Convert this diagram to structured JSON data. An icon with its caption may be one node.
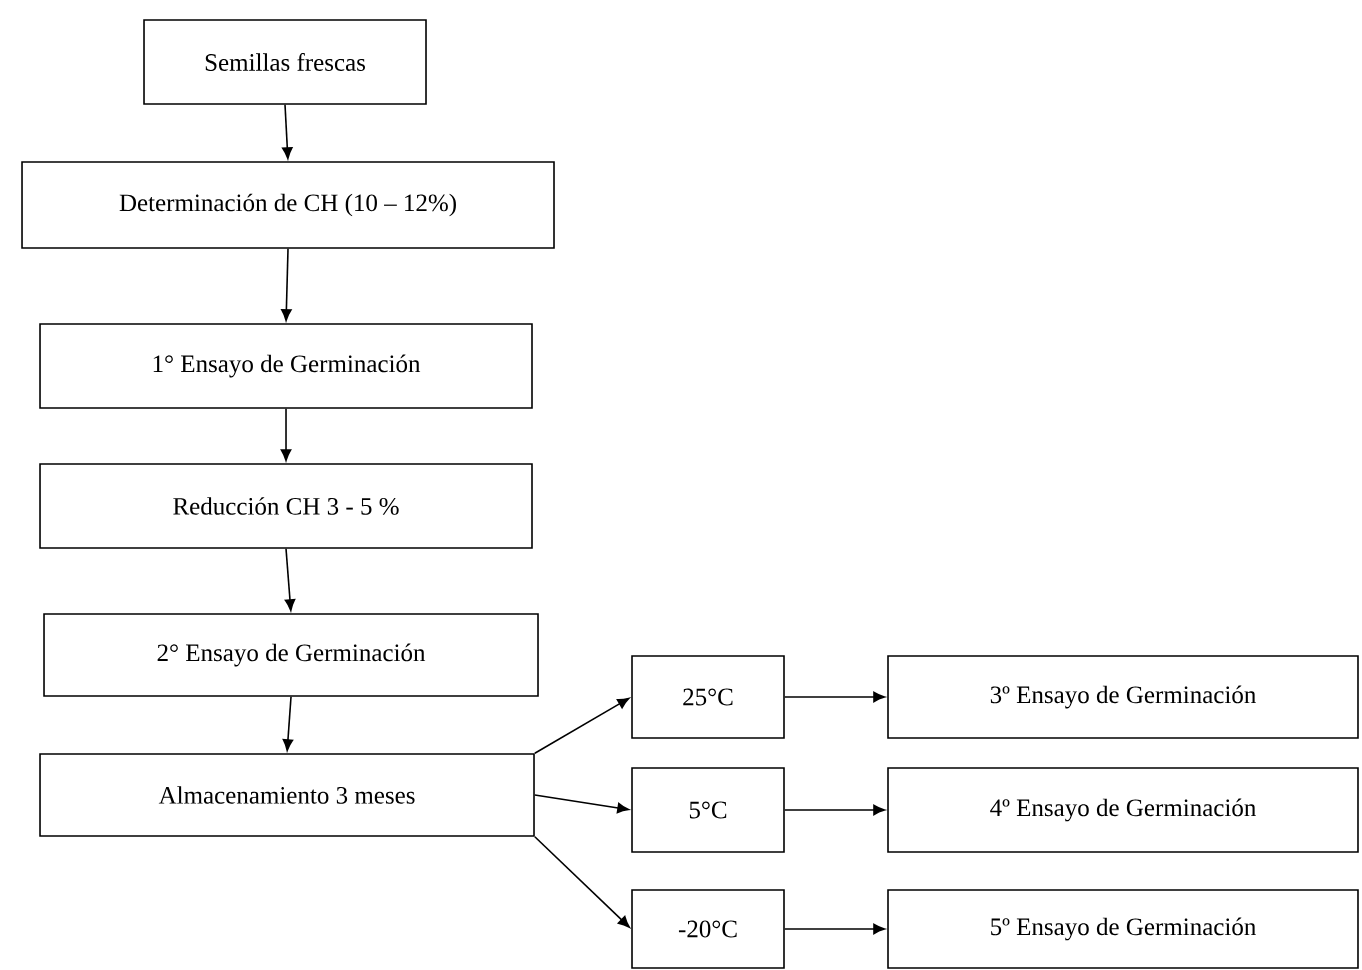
{
  "diagram": {
    "nodes": [
      {
        "text": [
          "Semillas frescas"
        ]
      },
      {
        "text": [
          "Determinación de  CH (10 – 12%)"
        ]
      },
      {
        "text": [
          "1° Ensayo de Germinación"
        ]
      },
      {
        "text": [
          "Reducción CH 3 - 5 %"
        ]
      },
      {
        "text": [
          "2° Ensayo de Germinación"
        ]
      },
      {
        "text": [
          "Almacenamiento 3 meses"
        ]
      },
      {
        "text": [
          "25°C"
        ]
      },
      {
        "text": [
          "5°C"
        ]
      },
      {
        "text": [
          "-20°C"
        ]
      },
      {
        "text": [
          "3º Ensayo de Germinación"
        ]
      },
      {
        "text": [
          "4º Ensayo de Germinación"
        ]
      },
      {
        "text": [
          "5º Ensayo de Germinación"
        ]
      }
    ],
    "edges": [
      {
        "from": 0,
        "to": 1,
        "arrow": "to"
      },
      {
        "from": 1,
        "to": 2,
        "arrow": "to"
      },
      {
        "from": 2,
        "to": 3,
        "arrow": "to"
      },
      {
        "from": 3,
        "to": 4,
        "arrow": "to"
      },
      {
        "from": 4,
        "to": 5,
        "arrow": "to"
      },
      {
        "from": 5,
        "to": 6,
        "arrow": "to"
      },
      {
        "from": 5,
        "to": 7,
        "arrow": "to"
      },
      {
        "from": 5,
        "to": 8,
        "arrow": "to"
      },
      {
        "from": 6,
        "to": 9,
        "arrow": "to"
      },
      {
        "from": 7,
        "to": 10,
        "arrow": "to"
      },
      {
        "from": 8,
        "to": 11,
        "arrow": "to"
      }
    ]
  }
}
